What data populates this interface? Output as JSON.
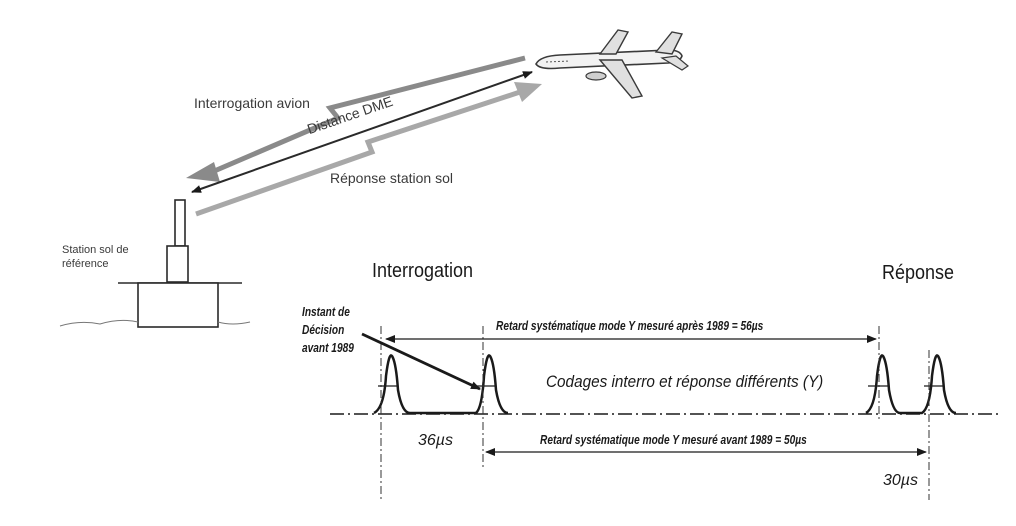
{
  "upper": {
    "interrogation_label": "Interrogation avion",
    "distance_label": "Distance DME",
    "reponse_label": "Réponse station sol",
    "station_label_line1": "Station sol de",
    "station_label_line2": "référence"
  },
  "timing": {
    "interrogation_heading": "Interrogation",
    "reponse_heading": "Réponse",
    "instant_line1": "Instant de",
    "instant_line2": "Décision",
    "instant_line3": "avant 1989",
    "retard_apres": "Retard systématique mode Y mesuré après 1989 = 56µs",
    "codages": "Codages interro et réponse différents (Y)",
    "retard_avant": "Retard systématique mode Y mesuré avant 1989 = 50µs",
    "spacing_interro": "36µs",
    "spacing_reponse": "30µs"
  },
  "icons": [
    "airplane-icon",
    "ground-station-icon"
  ]
}
